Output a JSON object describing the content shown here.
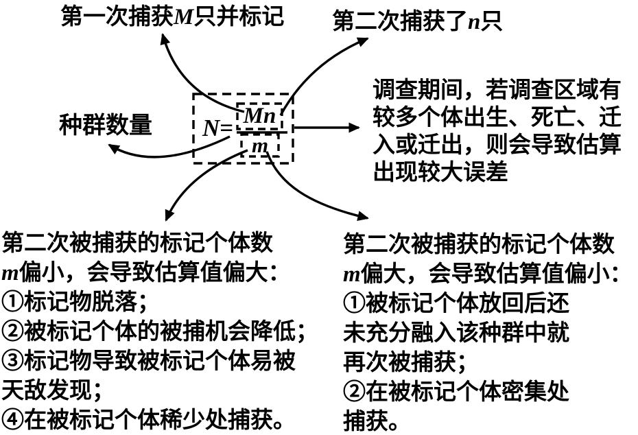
{
  "colors": {
    "ink": "#000000",
    "paper": "#ffffff"
  },
  "formula": {
    "lhs": "N",
    "eq": "=",
    "numerator": "Mn",
    "denominator": "m"
  },
  "labels": {
    "first_capture": [
      {
        "t": "第一次捕获"
      },
      {
        "t": "M",
        "i": true
      },
      {
        "t": "只并标记"
      }
    ],
    "second_capture": [
      {
        "t": "第二次捕获了"
      },
      {
        "t": "n",
        "i": true
      },
      {
        "t": "只"
      }
    ],
    "population_size": [
      {
        "t": "种群数量"
      }
    ]
  },
  "notes": {
    "survey_period": [
      [
        {
          "t": "调查期间，若调查区域有"
        }
      ],
      [
        {
          "t": "较多个体出生、死亡、迁"
        }
      ],
      [
        {
          "t": "入或迁出，则会导致估算"
        }
      ],
      [
        {
          "t": "出现较大误差"
        }
      ]
    ],
    "m_too_small": [
      [
        {
          "t": "第二次被捕获的标记个体数"
        }
      ],
      [
        {
          "t": "m",
          "i": true
        },
        {
          "t": "偏小，会导致估算值偏大："
        }
      ],
      [
        {
          "t": "①标记物脱落；"
        }
      ],
      [
        {
          "t": "②被标记个体的被捕机会降低；"
        }
      ],
      [
        {
          "t": "③标记物导致被标记个体易被"
        }
      ],
      [
        {
          "t": "天敌发现；"
        }
      ],
      [
        {
          "t": "④在被标记个体稀少处捕获。"
        }
      ]
    ],
    "m_too_large": [
      [
        {
          "t": "第二次被捕获的标记个体数"
        }
      ],
      [
        {
          "t": "m",
          "i": true
        },
        {
          "t": "偏大，会导致估算值偏小："
        }
      ],
      [
        {
          "t": "①被标记个体放回后还"
        }
      ],
      [
        {
          "t": "未充分融入该种群中就"
        }
      ],
      [
        {
          "t": "再次被捕获；"
        }
      ],
      [
        {
          "t": "②在被标记个体密集处"
        }
      ],
      [
        {
          "t": "捕获。"
        }
      ]
    ]
  }
}
